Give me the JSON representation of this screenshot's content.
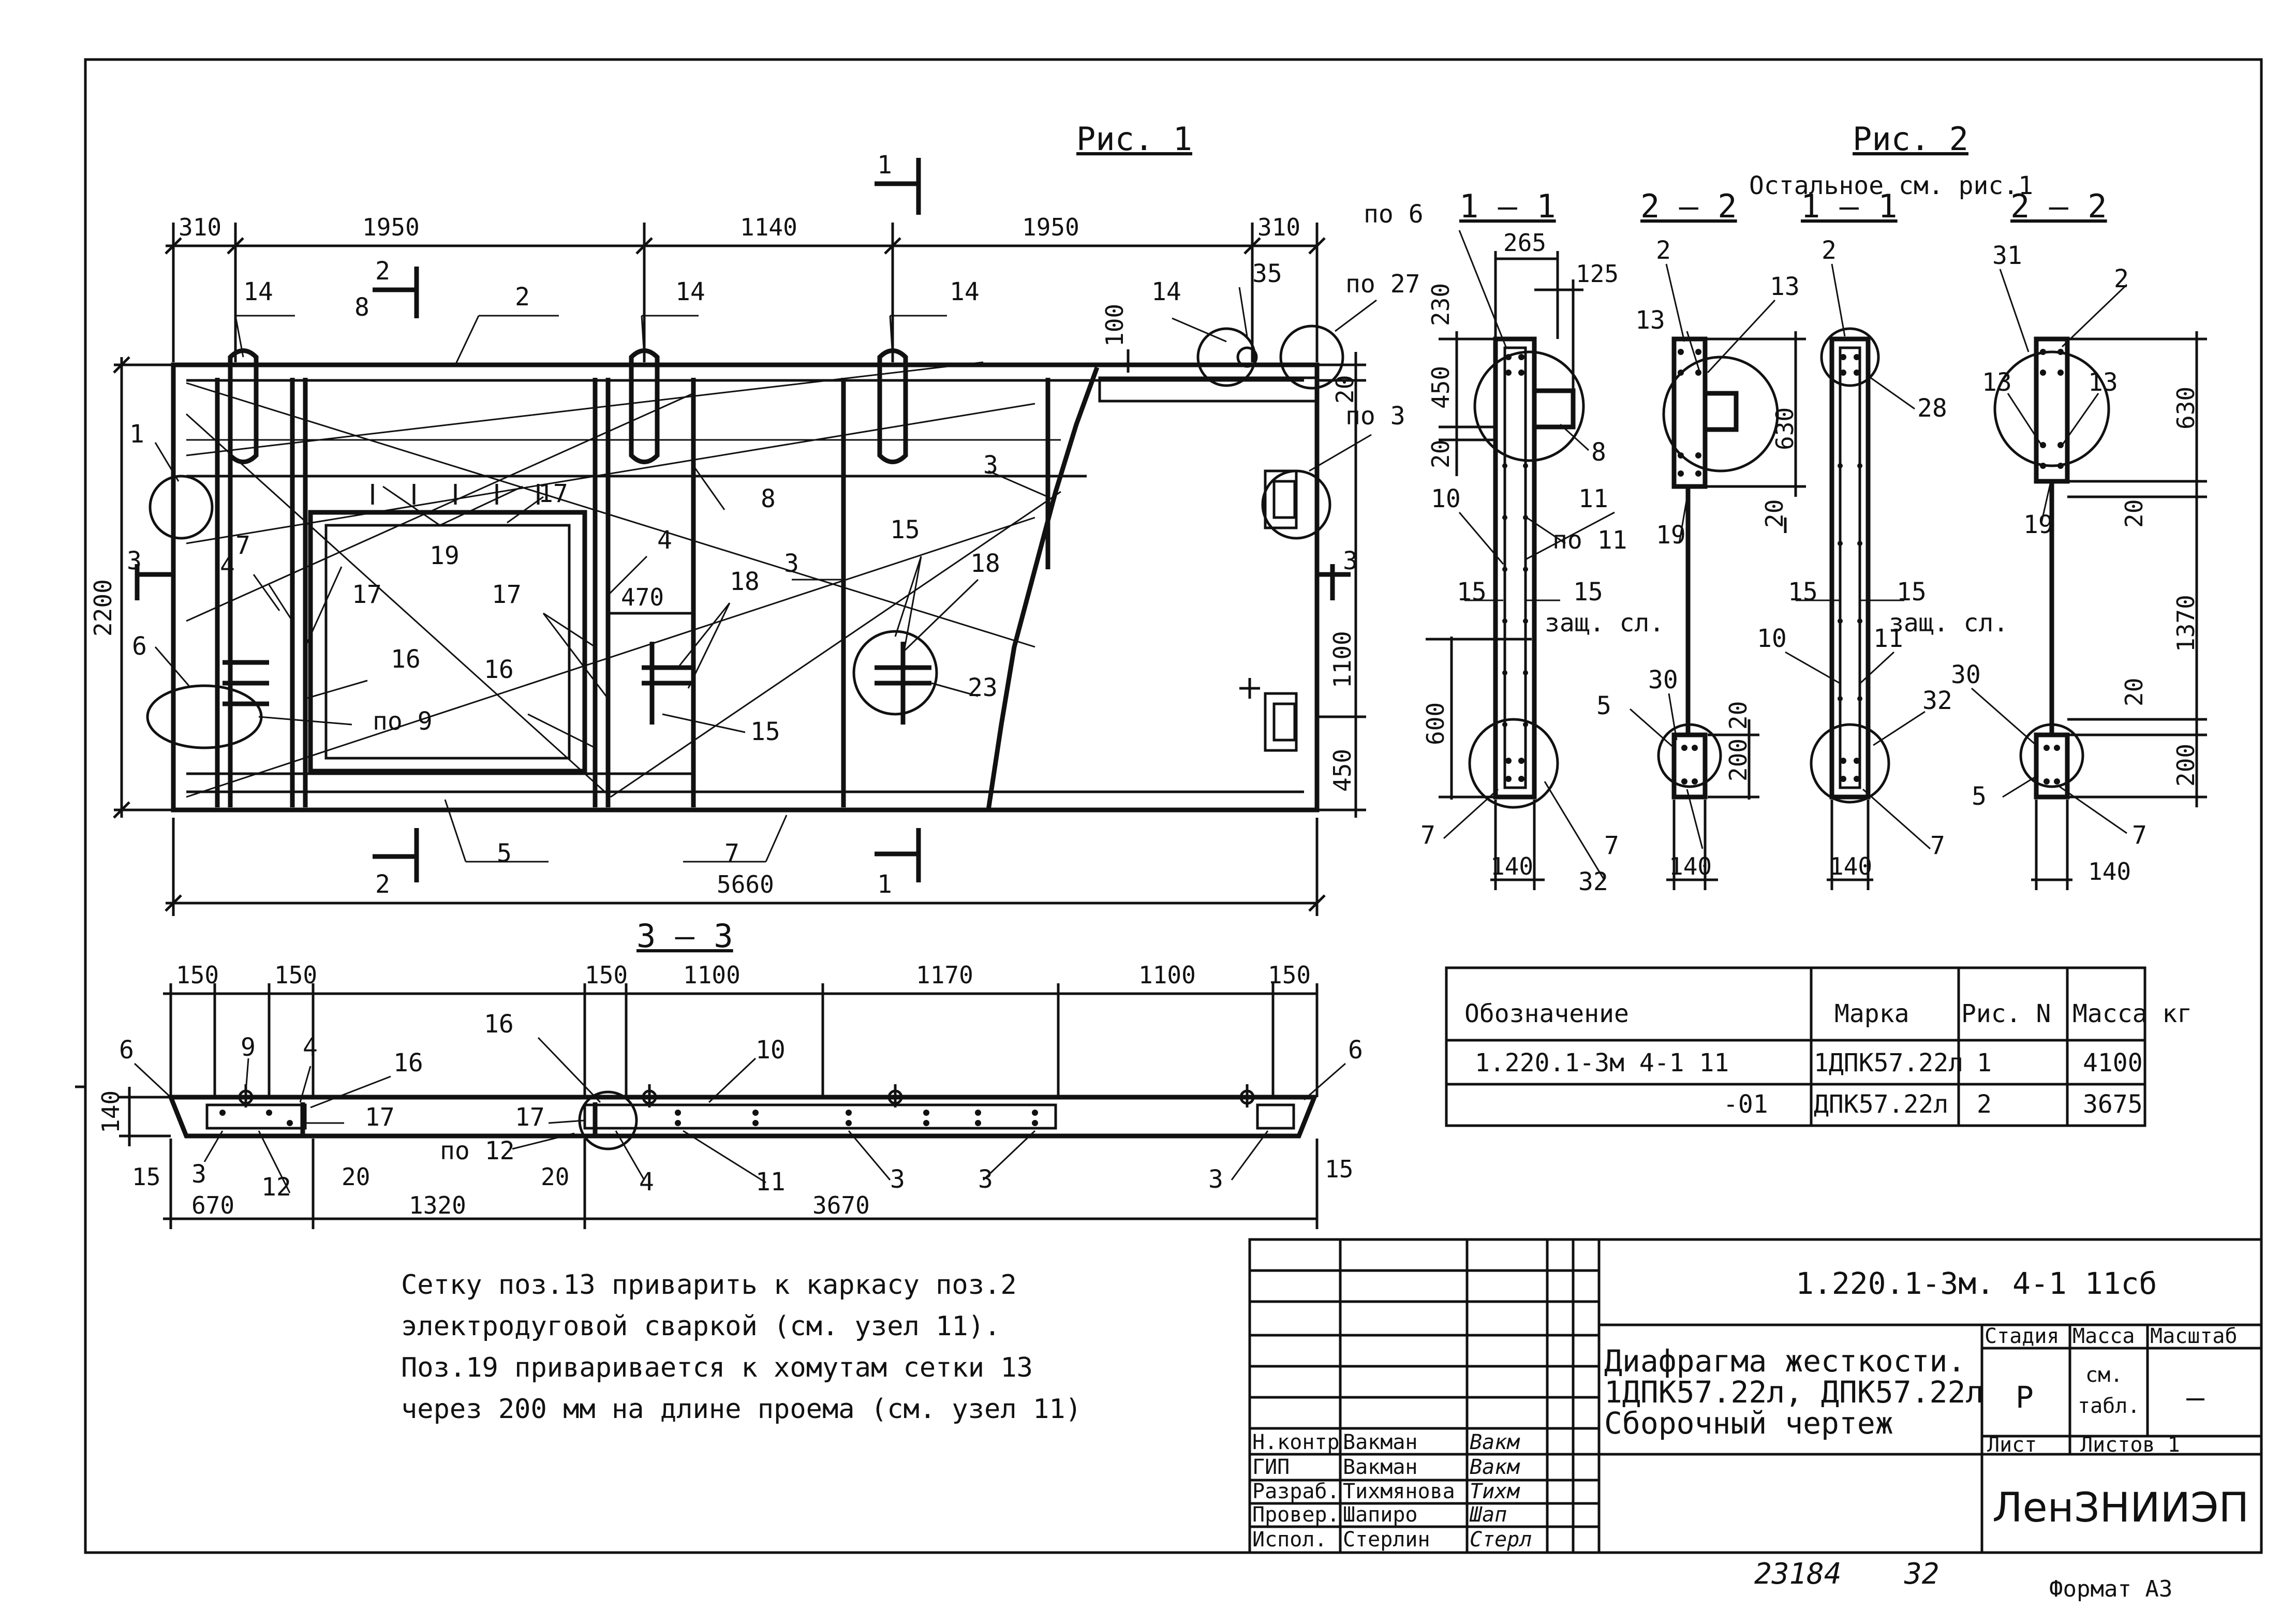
{
  "figures": {
    "fig1_title": "Рис. 1",
    "fig2_title": "Рис. 2",
    "fig2_subtitle": "Остальное см. рис.1"
  },
  "sections": {
    "s11": "1 — 1",
    "s22": "2 — 2",
    "s33": "3 — 3",
    "cut1": "1",
    "cut2": "2",
    "cut3": "3"
  },
  "fig1": {
    "top_dims": [
      "310",
      "1950",
      "1140",
      "1950",
      "310"
    ],
    "overall_length": "5660",
    "height": "2200",
    "right_dims": [
      "100",
      "20",
      "1100",
      "450"
    ],
    "dim_470": "470",
    "callouts": [
      "14",
      "14",
      "14",
      "14",
      "35",
      "2",
      "8",
      "1",
      "4",
      "7",
      "17",
      "19",
      "17",
      "4",
      "18",
      "15",
      "3",
      "3",
      "15",
      "18",
      "23",
      "6",
      "16",
      "16",
      "по 9",
      "8",
      "17",
      "5",
      "7"
    ],
    "refs": [
      "по 27",
      "по 3"
    ]
  },
  "sec11": {
    "dims": [
      "265",
      "125",
      "230",
      "450",
      "20",
      "600",
      "140"
    ],
    "callouts": [
      "по 6",
      "8",
      "10",
      "11",
      "по 11",
      "15",
      "15",
      "защ. сл.",
      "7",
      "32"
    ]
  },
  "sec22": {
    "dims": [
      "630",
      "20",
      "20",
      "200",
      "140"
    ],
    "callouts": [
      "2",
      "13",
      "13",
      "19",
      "30",
      "5",
      "7"
    ]
  },
  "fig2_sec11": {
    "dims": [
      "140"
    ],
    "callouts": [
      "2",
      "28",
      "10",
      "11",
      "15",
      "15",
      "защ. сл.",
      "32",
      "7"
    ]
  },
  "fig2_sec22": {
    "dims": [
      "630",
      "20",
      "1370",
      "20",
      "200",
      "140"
    ],
    "callouts": [
      "31",
      "2",
      "13",
      "13",
      "19",
      "30",
      "5",
      "7"
    ]
  },
  "sec33": {
    "top_dims": [
      "150",
      "150",
      "150",
      "1100",
      "1170",
      "1100",
      "150"
    ],
    "bottom_dims": [
      "670",
      "1320",
      "3670"
    ],
    "small_dims": [
      "140",
      "15",
      "20",
      "20",
      "15"
    ],
    "callouts": [
      "6",
      "9",
      "4",
      "16",
      "17",
      "3",
      "12",
      "16",
      "10",
      "17",
      "по 12",
      "4",
      "11",
      "3",
      "3",
      "3",
      "6"
    ]
  },
  "table": {
    "headers": [
      "Обозначение",
      "Марка",
      "Рис. N",
      "Масса кг"
    ],
    "rows": [
      [
        "1.220.1-3м 4-1 11",
        "1ДПК57.22л",
        "1",
        "4100"
      ],
      [
        "-01",
        "ДПК57.22л",
        "2",
        "3675"
      ]
    ]
  },
  "notes": [
    "Сетку поз.13 приварить к каркасу поз.2",
    "электродуговой сваркой (см. узел 11).",
    "Поз.19 приваривается к хомутам сетки 13",
    "через 200 мм на длине проема (см. узел 11)"
  ],
  "title_block": {
    "doc_code": "1.220.1-3м. 4-1 11сб",
    "name_line1": "Диафрагма жесткости.",
    "name_line2": "1ДПК57.22л, ДПК57.22л",
    "name_line3": "Сборочный чертеж",
    "stage_h": "Стадия",
    "mass_h": "Масса",
    "scale_h": "Масштаб",
    "stage": "Р",
    "mass_line1": "см.",
    "mass_line2": "табл.",
    "scale": "—",
    "sheet_h": "Лист",
    "sheets_h": "Листов 1",
    "org": "ЛенЗНИИЭП",
    "roles": [
      {
        "role": "Н.контр.",
        "name": "Вакман",
        "sig": "Вакм"
      },
      {
        "role": "ГИП",
        "name": "Вакман",
        "sig": "Вакм"
      },
      {
        "role": "Разраб.",
        "name": "Тихмянова",
        "sig": "Тихм"
      },
      {
        "role": "Провер.",
        "name": "Шапиро",
        "sig": "Шап"
      },
      {
        "role": "Испол.",
        "name": "Стерлин",
        "sig": "Стерл"
      }
    ]
  },
  "footer": {
    "inventory": "23184",
    "page": "32",
    "format": "Формат А3"
  }
}
